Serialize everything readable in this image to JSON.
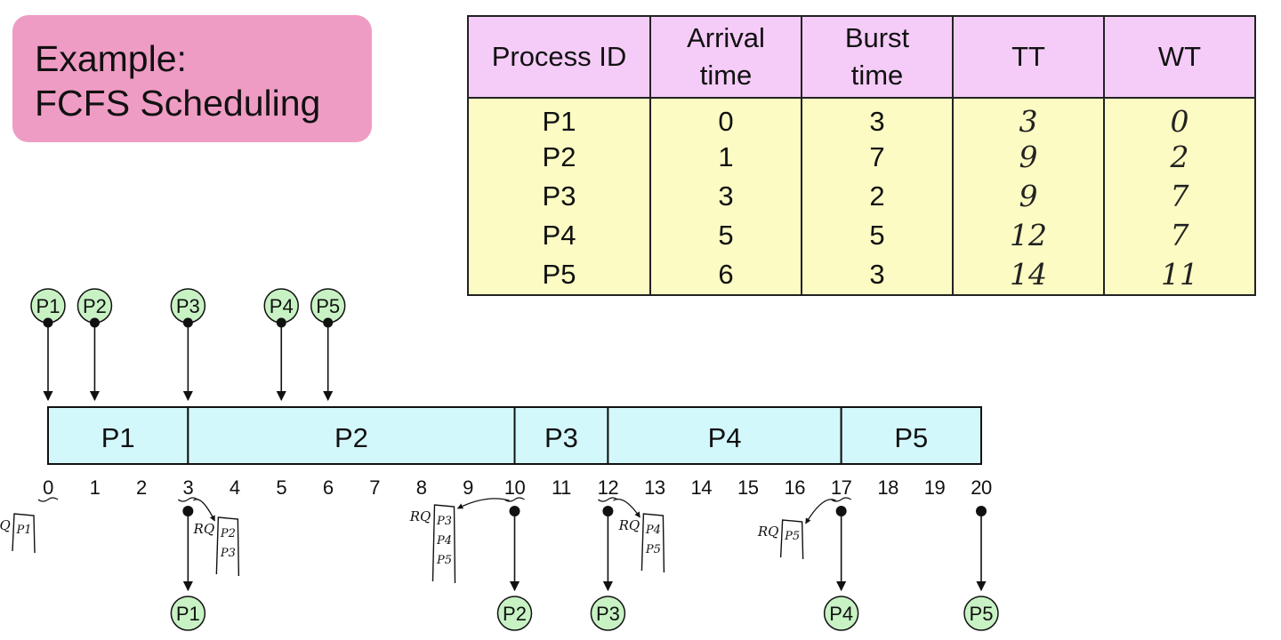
{
  "title": {
    "line1": "Example:",
    "line2": "FCFS Scheduling"
  },
  "table": {
    "headers": [
      "Process ID",
      "Arrival\ntime",
      "Burst\ntime",
      "TT",
      "WT"
    ],
    "rows": [
      [
        "P1",
        "0",
        "3",
        "3",
        "0"
      ],
      [
        "P2",
        "1",
        "7",
        "9",
        "2"
      ],
      [
        "P3",
        "3",
        "2",
        "9",
        "7"
      ],
      [
        "P4",
        "5",
        "5",
        "12",
        "7"
      ],
      [
        "P5",
        "6",
        "3",
        "14",
        "11"
      ]
    ]
  },
  "gantt": {
    "time_range": [
      0,
      20
    ],
    "ticks": [
      0,
      1,
      2,
      3,
      4,
      5,
      6,
      7,
      8,
      9,
      10,
      11,
      12,
      13,
      14,
      15,
      16,
      17,
      18,
      19,
      20
    ],
    "segments": [
      {
        "label": "P1",
        "start": 0,
        "end": 3
      },
      {
        "label": "P2",
        "start": 3,
        "end": 10
      },
      {
        "label": "P3",
        "start": 10,
        "end": 12
      },
      {
        "label": "P4",
        "start": 12,
        "end": 17
      },
      {
        "label": "P5",
        "start": 17,
        "end": 20
      }
    ],
    "arrivals": [
      {
        "label": "P1",
        "time": 0
      },
      {
        "label": "P2",
        "time": 1
      },
      {
        "label": "P3",
        "time": 3
      },
      {
        "label": "P4",
        "time": 5
      },
      {
        "label": "P5",
        "time": 6
      }
    ],
    "completions": [
      {
        "label": "P1",
        "time": 3
      },
      {
        "label": "P2",
        "time": 10
      },
      {
        "label": "P3",
        "time": 12
      },
      {
        "label": "P4",
        "time": 17
      },
      {
        "label": "P5",
        "time": 20
      }
    ],
    "ready_queues": [
      {
        "label": "RQ",
        "time": 0,
        "items": [
          "P1"
        ]
      },
      {
        "label": "RQ",
        "time": 3,
        "items": [
          "P2",
          "P3"
        ]
      },
      {
        "label": "RQ",
        "time": 10,
        "items": [
          "P3",
          "P4",
          "P5"
        ]
      },
      {
        "label": "RQ",
        "time": 12,
        "items": [
          "P4",
          "P5"
        ]
      },
      {
        "label": "RQ",
        "time": 17,
        "items": [
          "P5"
        ]
      }
    ]
  },
  "colors": {
    "title_bg": "#ef9cc4",
    "table_header_bg": "#f5ccf8",
    "table_body_bg": "#fbfbc3",
    "gantt_fill": "#d3f8fb",
    "process_circle_fill": "#c8f2c4"
  }
}
